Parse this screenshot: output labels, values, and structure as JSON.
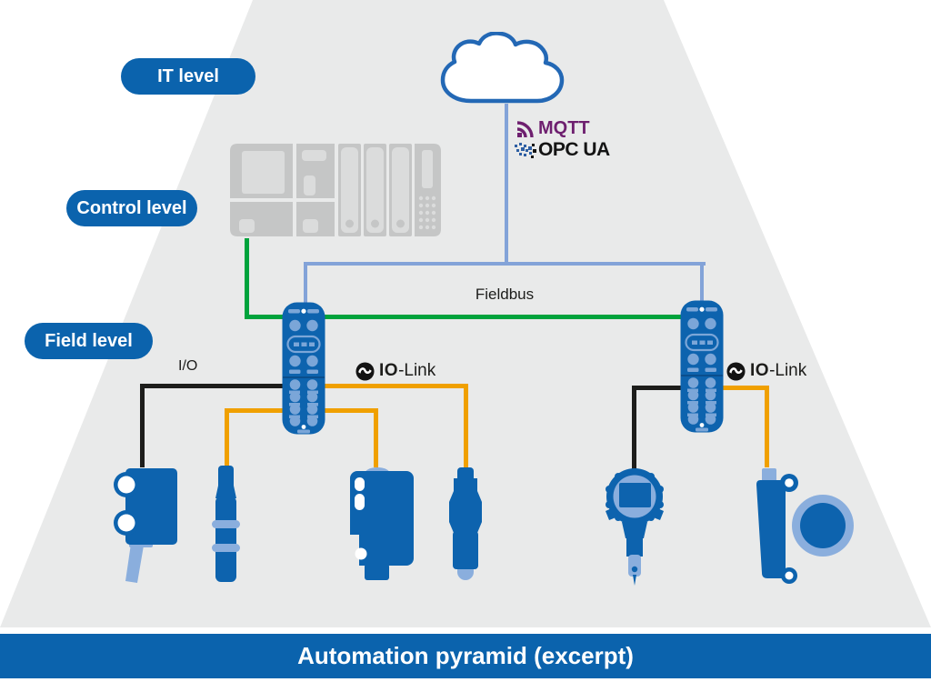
{
  "banner": {
    "title": "Automation pyramid (excerpt)"
  },
  "levels": [
    {
      "label": "IT level"
    },
    {
      "label": "Control level"
    },
    {
      "label": "Field level"
    }
  ],
  "protocols": {
    "mqtt": "MQTT",
    "opc_ua": "OPC UA"
  },
  "connections": {
    "fieldbus_label": "Fieldbus",
    "io_label": "I/O",
    "io_link": {
      "bold": "IO",
      "rest": "-Link"
    }
  },
  "icons": {
    "cloud": "cloud-icon",
    "mqtt_signal": "mqtt-signal-icon",
    "opc_pixels": "opc-ua-pixel-icon",
    "io_link_badge": "io-link-circular-arrows-icon",
    "plc": "plc-controller",
    "io_link_master": "io-link-master-module",
    "sensors": [
      "fork-sensor",
      "inductive-sensor",
      "photoelectric-sensor",
      "plug-sensor",
      "pressure-transmitter",
      "flow-sensor-with-ring"
    ]
  },
  "colors": {
    "primary_blue": "#0b63ad",
    "light_blue": "#8aaedd",
    "connection_blue": "#83a3d8",
    "green": "#00a33c",
    "orange": "#f0a000",
    "black": "#1d1d1b",
    "pyramid_gray": "#e9eaea",
    "plc_gray": "#c5c6c6",
    "mqtt_purple": "#6e1f6f"
  }
}
